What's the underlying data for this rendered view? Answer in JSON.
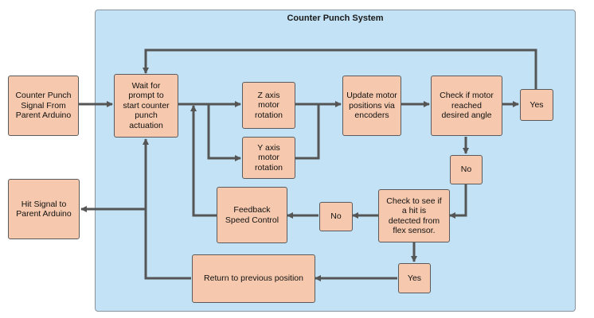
{
  "diagram": {
    "system_title": "Counter Punch System",
    "nodes": {
      "counter_punch_signal": "Counter Punch\nSignal From\nParent Arduino",
      "hit_signal": "Hit Signal to\nParent Arduino",
      "wait_prompt": "Wait for\nprompt to\nstart counter\npunch\nactuation",
      "z_axis": "Z axis\nmotor\nrotation",
      "y_axis": "Y axis\nmotor\nrotation",
      "update_positions": "Update motor\npositions via\nencoders",
      "check_angle": "Check if motor\nreached\ndesired angle",
      "yes_angle": "Yes",
      "no_angle": "No",
      "check_hit": "Check to see if\na hit is\ndetected from\nflex sensor.",
      "no_hit": "No",
      "feedback": "Feedback\nSpeed Control",
      "yes_hit": "Yes",
      "return_position": "Return to previous position"
    },
    "colors": {
      "system_fill": "#c3e2f5",
      "node_fill": "#f6c8ad",
      "node_border": "#5a5a5a",
      "connector": "#555555"
    }
  }
}
